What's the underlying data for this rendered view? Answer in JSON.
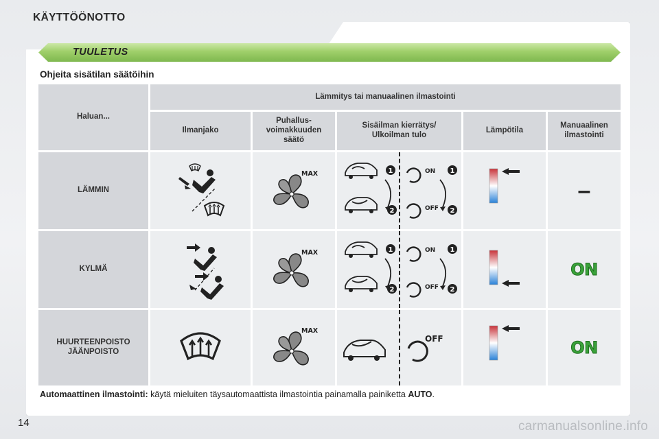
{
  "page": {
    "title": "KÄYTTÖÖNOTTO",
    "section": "TUULETUS",
    "subtitle": "Ohjeita sisätilan säätöihin",
    "number": "14",
    "watermark": "carmanualsonline.info"
  },
  "table": {
    "corner": "Haluan...",
    "group_header": "Lämmitys tai manuaalinen ilmastointi",
    "columns": [
      "Ilmanjako",
      "Puhallus-\nvoimakkuuden\nsäätö",
      "Sisäilman kierrätys/\nUlkoilman tulo",
      "Lämpötila",
      "Manuaalinen\nilmastointi"
    ],
    "rows": [
      {
        "label": "LÄMMIN",
        "ac": "–"
      },
      {
        "label": "KYLMÄ",
        "ac": "ON"
      },
      {
        "label": "HUURTEENPOISTO\nJÄÄNPOISTO",
        "ac": "ON"
      }
    ],
    "fan_label": "MAX",
    "recirc_on": "ON",
    "recirc_off": "OFF",
    "step_1": "1",
    "step_2": "2"
  },
  "footer": {
    "prefix": "Automaattinen ilmastointi:",
    "text": " käytä mieluiten täysautomaattista ilmastointia painamalla painiketta ",
    "button": "AUTO",
    "suffix": "."
  },
  "colors": {
    "banner": "#9fcf6a",
    "on_green": "#3aa23a",
    "header_gray": "#d6d8dc",
    "cell_gray": "#eceef0"
  }
}
